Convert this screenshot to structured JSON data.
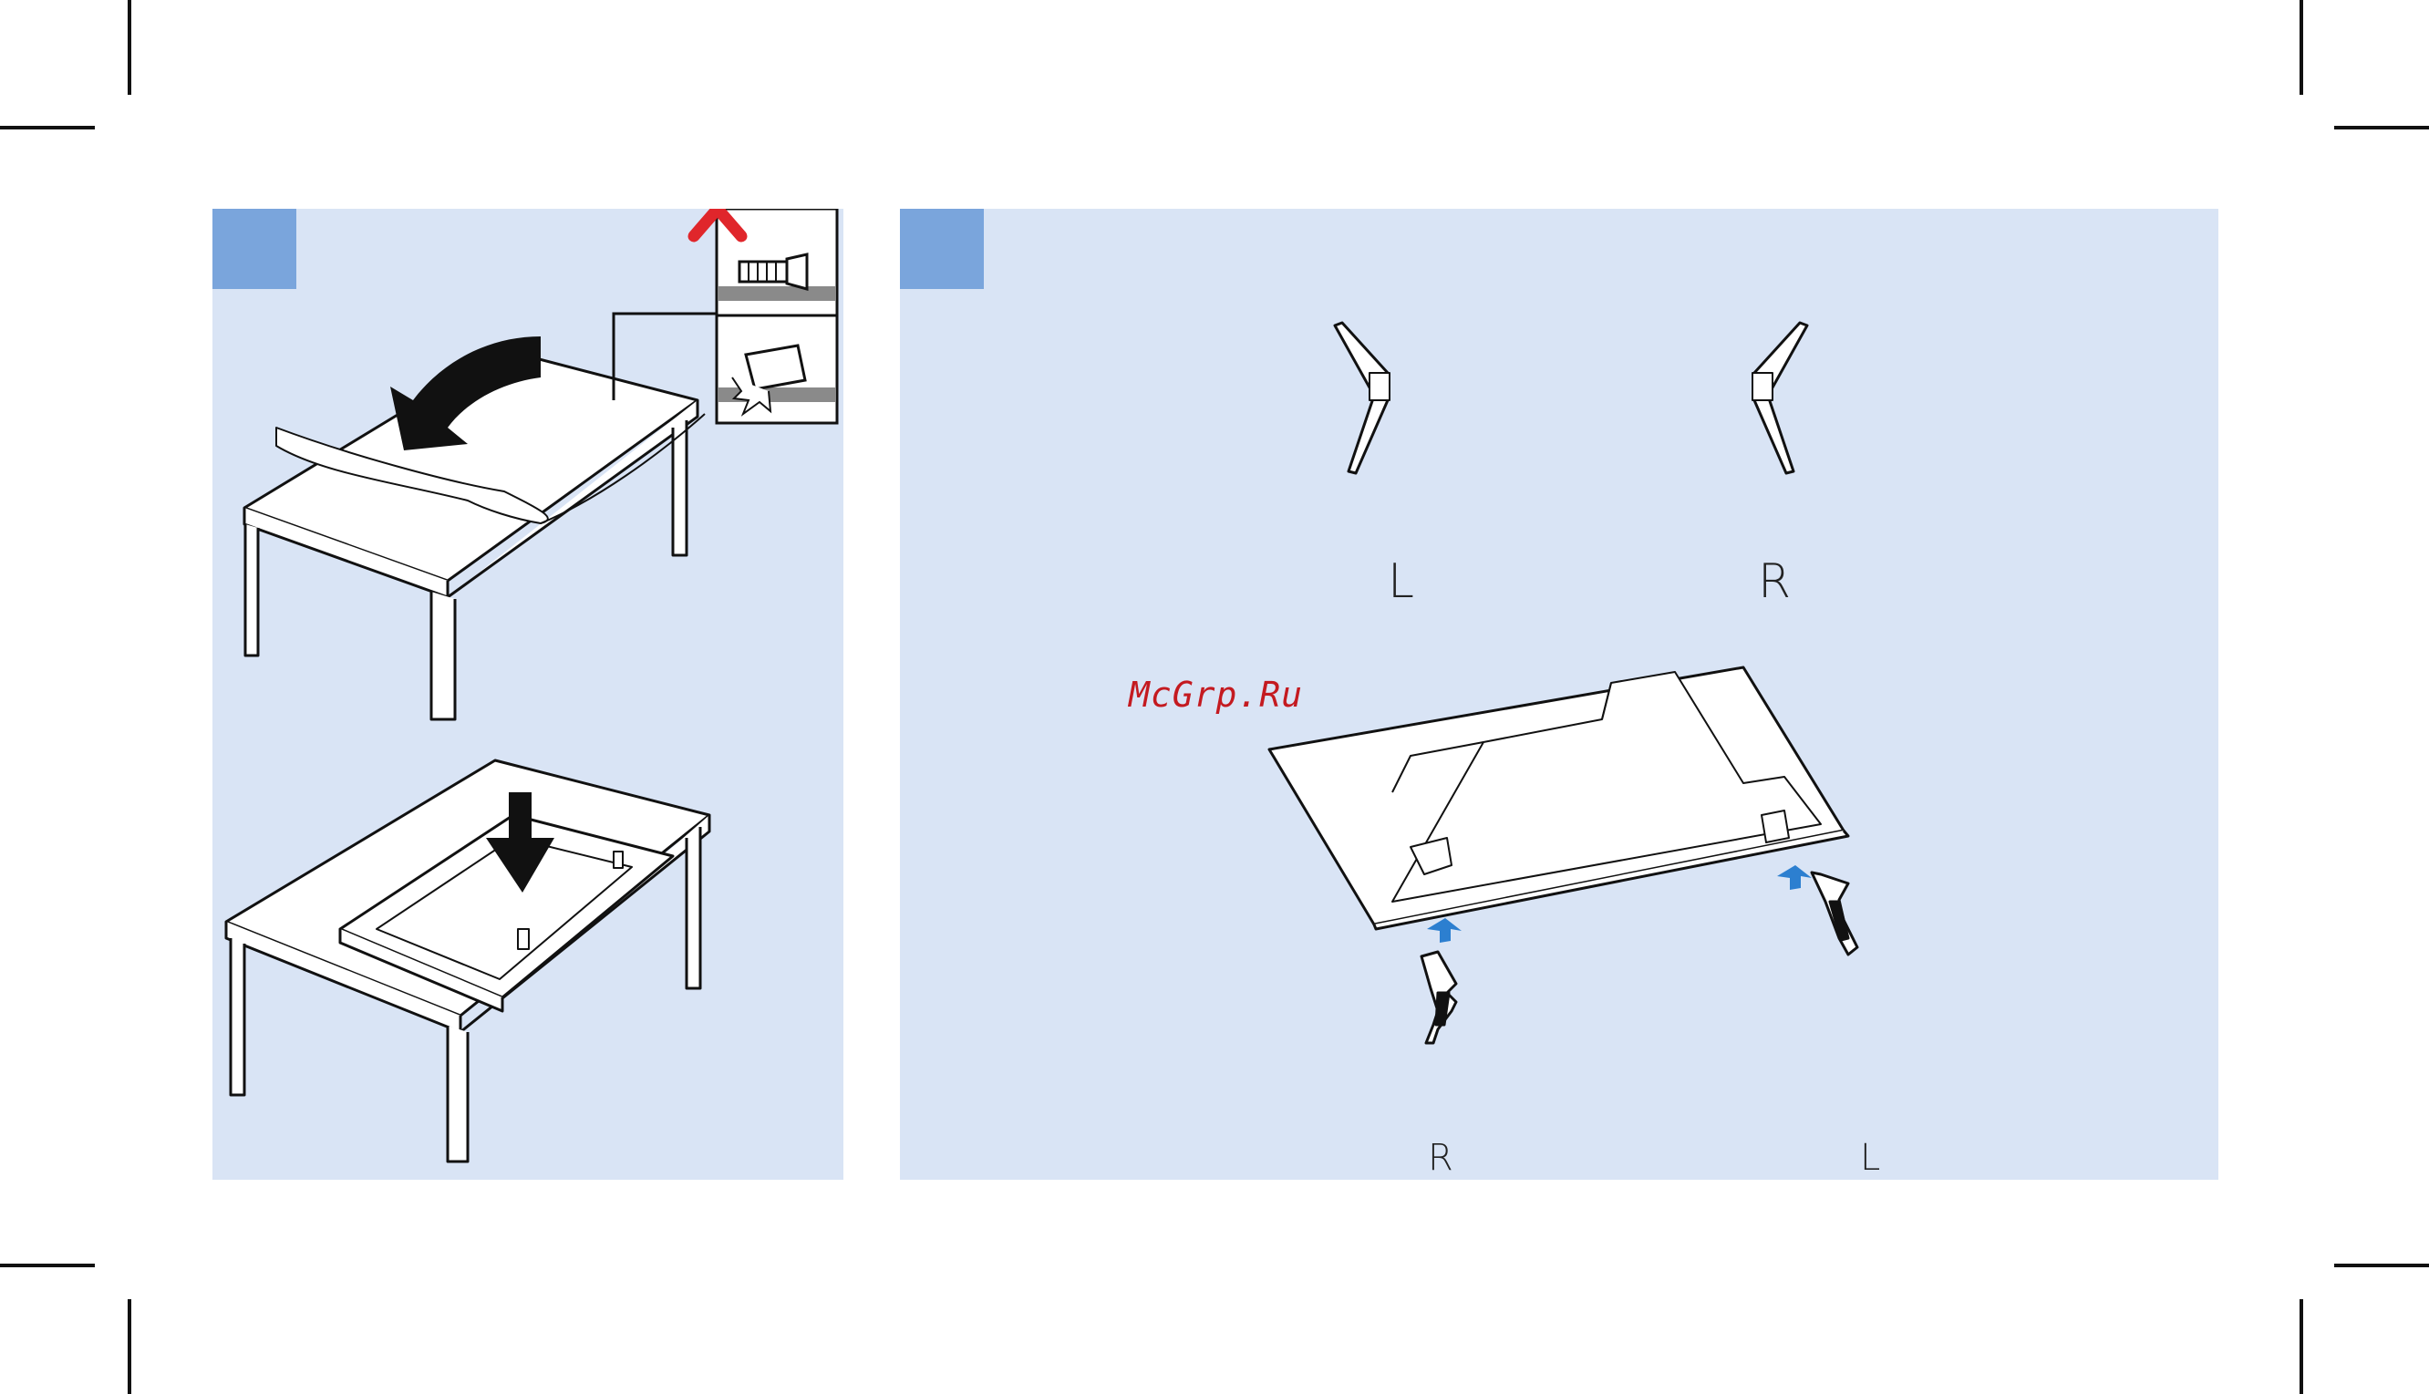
{
  "steps": [
    {
      "id": "step-1",
      "badge": ""
    },
    {
      "id": "step-2",
      "badge": ""
    }
  ],
  "stand_labels_top": {
    "left": "L",
    "right": "R"
  },
  "stand_labels_bottom": {
    "left": "R",
    "right": "L"
  },
  "watermark": "McGrp.Ru",
  "colors": {
    "panel_background": "#d9e4f5",
    "step_badge": "#7aa5dc",
    "warning_cross": "#e0262b",
    "arrow_blue": "#2c7fd0",
    "line": "#111111"
  },
  "icons": [
    "warning-cross-icon",
    "screw-icon",
    "tv-drop-icon",
    "arrow-down-icon"
  ]
}
